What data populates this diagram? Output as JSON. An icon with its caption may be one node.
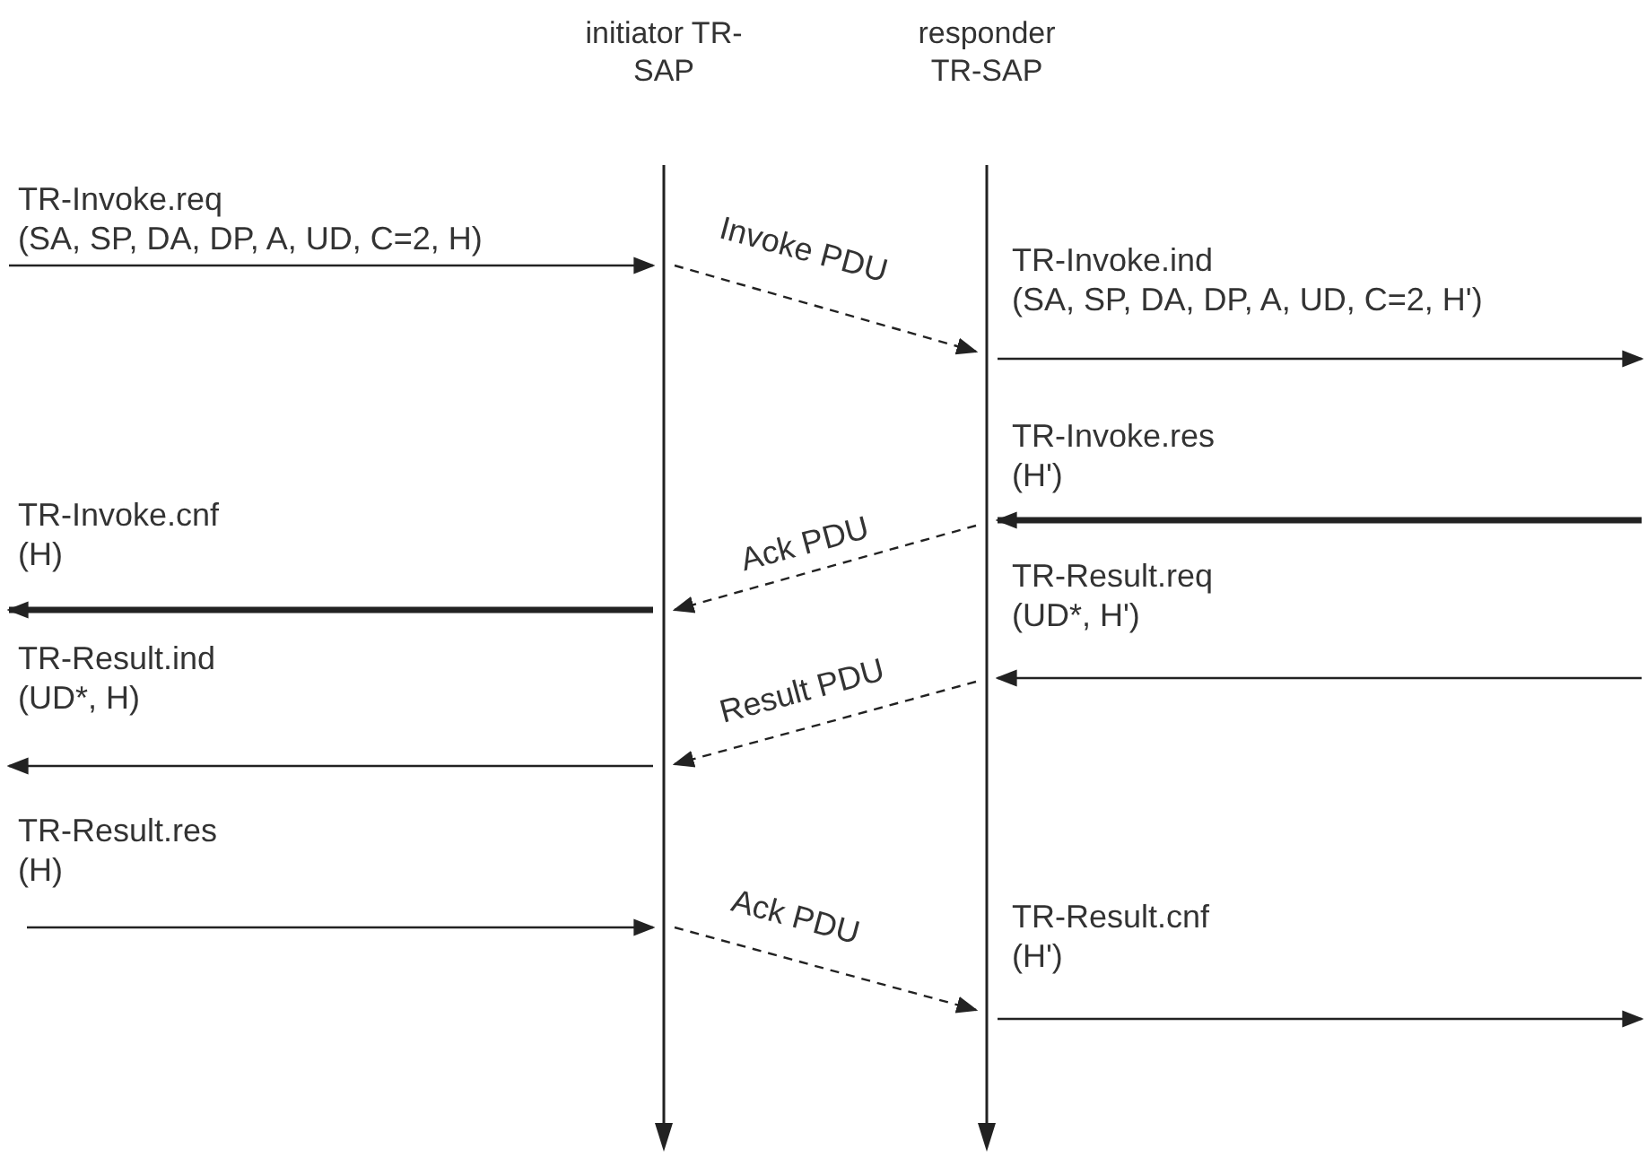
{
  "diagram": {
    "nodes": [
      {
        "text": [
          "initiator TR-SAP"
        ]
      },
      {
        "text": [
          "responder TR-SAP"
        ]
      }
    ],
    "edges": [
      {
        "from": null,
        "to": 0,
        "arrow": "to",
        "label": "TR-Invoke.req (SA, SP, DA, DP, A, UD, C=2, H)"
      },
      {
        "from": 0,
        "to": 1,
        "arrow": "to",
        "label": "Invoke PDU",
        "style": "dashed"
      },
      {
        "from": 1,
        "to": null,
        "arrow": "to",
        "label": "TR-Invoke.ind (SA, SP, DA, DP, A, UD, C=2, H')"
      },
      {
        "from": null,
        "to": 1,
        "arrow": "to",
        "label": "TR-Invoke.res (H')",
        "style": "thick"
      },
      {
        "from": 1,
        "to": 0,
        "arrow": "to",
        "label": "Ack PDU",
        "style": "dashed"
      },
      {
        "from": 0,
        "to": null,
        "arrow": "to",
        "label": "TR-Invoke.cnf (H)",
        "style": "thick"
      },
      {
        "from": null,
        "to": 1,
        "arrow": "to",
        "label": "TR-Result.req (UD*, H')"
      },
      {
        "from": 1,
        "to": 0,
        "arrow": "to",
        "label": "Result PDU",
        "style": "dashed"
      },
      {
        "from": 0,
        "to": null,
        "arrow": "to",
        "label": "TR-Result.ind (UD*, H)"
      },
      {
        "from": null,
        "to": 0,
        "arrow": "to",
        "label": "TR-Result.res (H)"
      },
      {
        "from": 0,
        "to": 1,
        "arrow": "to",
        "label": "Ack PDU",
        "style": "dashed"
      },
      {
        "from": 1,
        "to": null,
        "arrow": "to",
        "label": "TR-Result.cnf (H')"
      }
    ]
  }
}
